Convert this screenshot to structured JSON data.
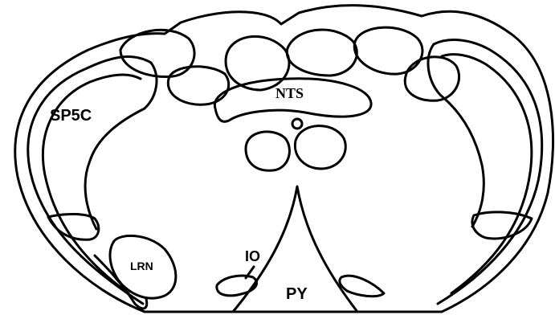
{
  "labels": {
    "sp5c": "SP5C",
    "nts": "NTS",
    "lrn": "LRN",
    "io": "IO",
    "py": "PY"
  },
  "colors": {
    "stroke": "#000000",
    "background": "#ffffff"
  }
}
